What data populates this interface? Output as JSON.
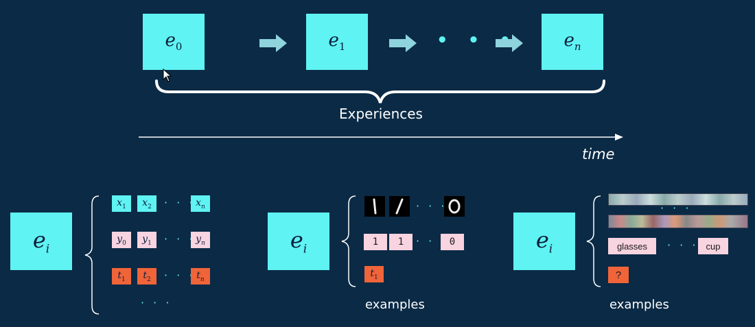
{
  "sequence": {
    "boxes": [
      {
        "base": "e",
        "sub": "0"
      },
      {
        "base": "e",
        "sub": "1"
      },
      {
        "base": "e",
        "sub": "n"
      }
    ],
    "dots": "• • •",
    "brace_label": "Experiences",
    "axis_label": "time"
  },
  "panel_generic": {
    "box": {
      "base": "e",
      "sub": "i"
    },
    "rows": {
      "x": [
        {
          "base": "x",
          "sub": "1"
        },
        {
          "base": "x",
          "sub": "2"
        },
        {
          "base": "x",
          "sub": "n"
        }
      ],
      "y": [
        {
          "base": "y",
          "sub": "0"
        },
        {
          "base": "y",
          "sub": "1"
        },
        {
          "base": "y",
          "sub": "n"
        }
      ],
      "t": [
        {
          "base": "t",
          "sub": "1"
        },
        {
          "base": "t",
          "sub": "2"
        },
        {
          "base": "t",
          "sub": "n"
        }
      ]
    },
    "row_dots": "· · ·",
    "bottom_dots": "· · ·"
  },
  "panel_mnist": {
    "box": {
      "base": "e",
      "sub": "i"
    },
    "labels": [
      "1",
      "1",
      "0"
    ],
    "task": {
      "base": "t",
      "sub": "1"
    },
    "row_dots": "· · ·",
    "caption": "examples"
  },
  "panel_words": {
    "box": {
      "base": "e",
      "sub": "i"
    },
    "strip_dots": "· · ·",
    "labels": [
      "glasses",
      "cup"
    ],
    "task": "?",
    "row_dots": "· · ·",
    "caption": "examples"
  },
  "colors": {
    "background": "#0b2a45",
    "cyan": "#5ff3f3",
    "pink": "#f8d3e0",
    "orange": "#f0643a",
    "arrow": "#8fd3dd"
  }
}
